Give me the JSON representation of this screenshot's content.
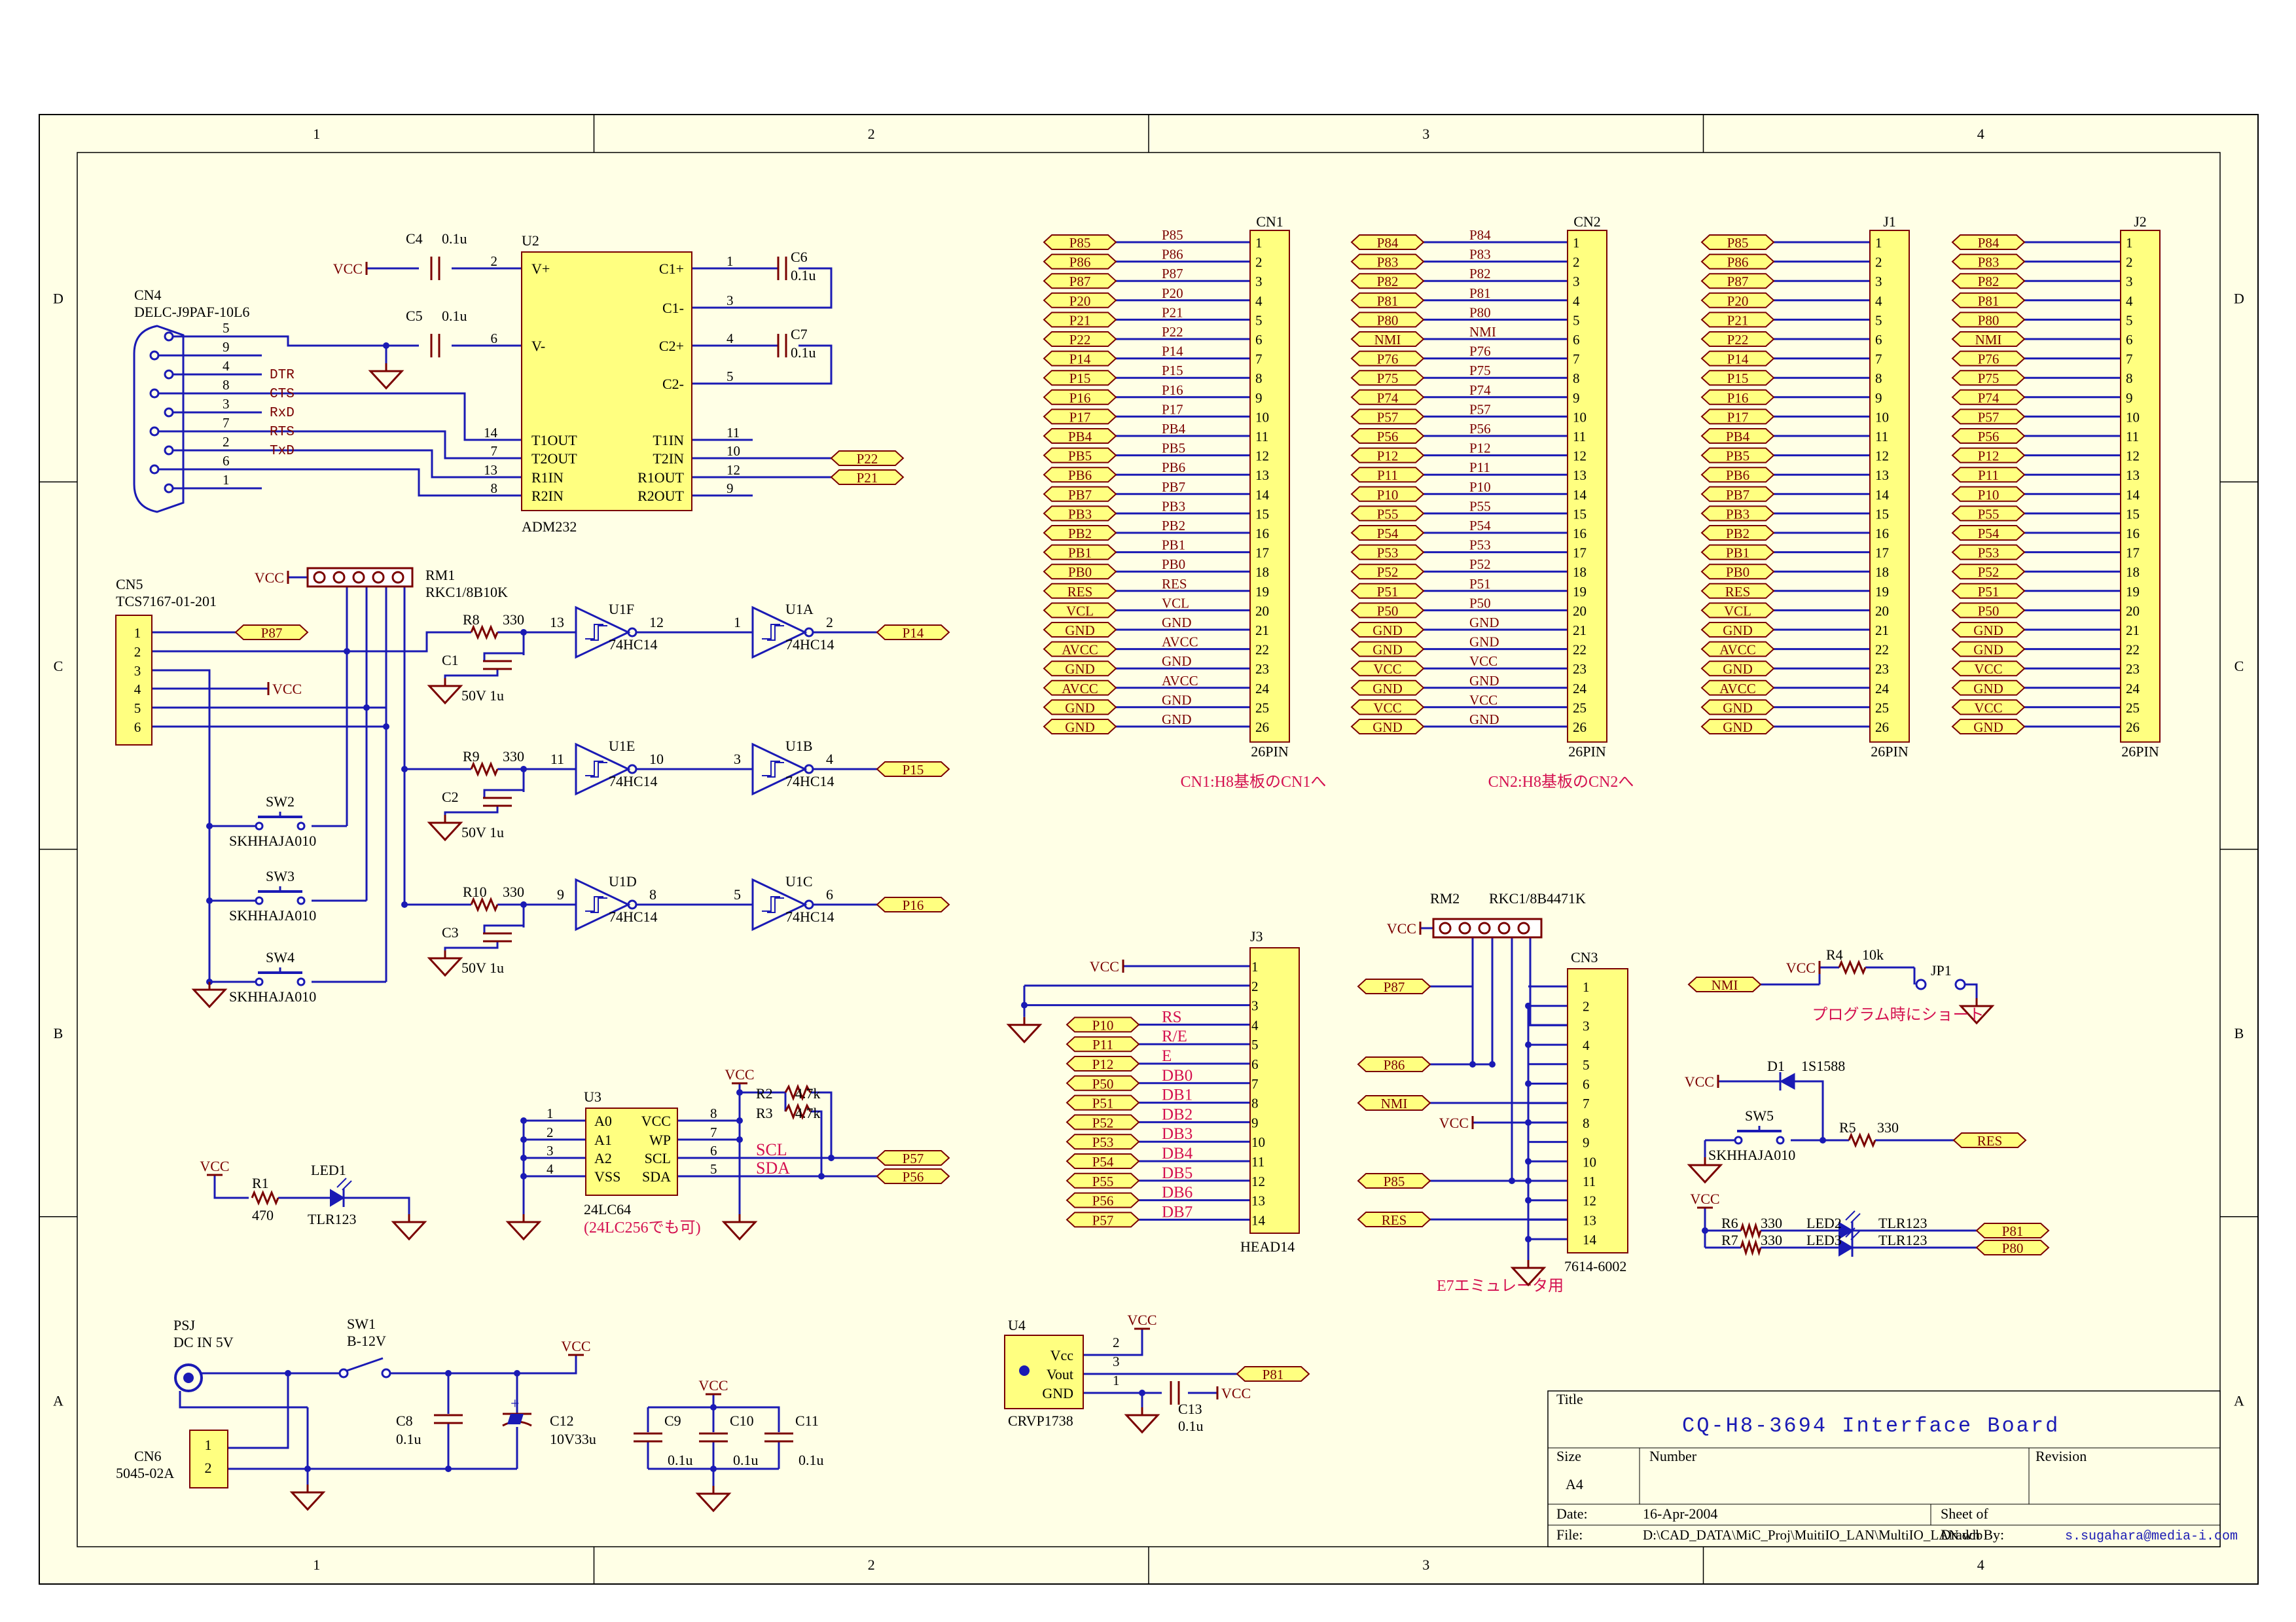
{
  "frame": {
    "cols": [
      "1",
      "2",
      "3",
      "4"
    ],
    "rows": [
      "D",
      "C",
      "B",
      "A"
    ]
  },
  "colors": {
    "wire": "#1a1ab4",
    "part": "#7a0000",
    "port_fill": "#ffff80",
    "red": "#d41050",
    "paper": "#ffffe6"
  },
  "title_block": {
    "title_label": "Title",
    "title": "CQ-H8-3694 Interface Board",
    "size_label": "Size",
    "size": "A4",
    "number_label": "Number",
    "revision_label": "Revision",
    "date_label": "Date:",
    "date": "16-Apr-2004",
    "sheet_label": "Sheet   of",
    "file_label": "File:",
    "file": "D:\\CAD_DATA\\MiC_Proj\\MuitiIO_LAN\\MultiIO_LAN.ddb",
    "drawn": "Drawn By:",
    "email": "s.sugahara@media-i.com"
  },
  "connectors": {
    "cn1": {
      "ref": "CN1",
      "type": "26PIN",
      "note": "CN1:H8基板のCN1へ",
      "ports": [
        "P85",
        "P86",
        "P87",
        "P20",
        "P21",
        "P22",
        "P14",
        "P15",
        "P16",
        "P17",
        "PB4",
        "PB5",
        "PB6",
        "PB7",
        "PB3",
        "PB2",
        "PB1",
        "PB0",
        "RES",
        "VCL",
        "GND",
        "AVCC",
        "GND",
        "AVCC",
        "GND",
        "GND"
      ],
      "nets": [
        "P85",
        "P86",
        "P87",
        "P20",
        "P21",
        "P22",
        "P14",
        "P15",
        "P16",
        "P17",
        "PB4",
        "PB5",
        "PB6",
        "PB7",
        "PB3",
        "PB2",
        "PB1",
        "PB0",
        "RES",
        "VCL",
        "GND",
        "AVCC",
        "GND",
        "AVCC",
        "GND",
        "GND"
      ]
    },
    "cn2": {
      "ref": "CN2",
      "type": "26PIN",
      "note": "CN2:H8基板のCN2へ",
      "ports": [
        "P84",
        "P83",
        "P82",
        "P81",
        "P80",
        "NMI",
        "P76",
        "P75",
        "P74",
        "P57",
        "P56",
        "P12",
        "P11",
        "P10",
        "P55",
        "P54",
        "P53",
        "P52",
        "P51",
        "P50",
        "GND",
        "GND",
        "VCC",
        "GND",
        "VCC",
        "GND"
      ],
      "nets": [
        "P84",
        "P83",
        "P82",
        "P81",
        "P80",
        "NMI",
        "P76",
        "P75",
        "P74",
        "P57",
        "P56",
        "P12",
        "P11",
        "P10",
        "P55",
        "P54",
        "P53",
        "P52",
        "P51",
        "P50",
        "GND",
        "GND",
        "VCC",
        "GND",
        "VCC",
        "GND"
      ]
    },
    "j1": {
      "ref": "J1",
      "type": "26PIN",
      "ports": [
        "P85",
        "P86",
        "P87",
        "P20",
        "P21",
        "P22",
        "P14",
        "P15",
        "P16",
        "P17",
        "PB4",
        "PB5",
        "PB6",
        "PB7",
        "PB3",
        "PB2",
        "PB1",
        "PB0",
        "RES",
        "VCL",
        "GND",
        "AVCC",
        "GND",
        "AVCC",
        "GND",
        "GND"
      ]
    },
    "j2": {
      "ref": "J2",
      "type": "26PIN",
      "ports": [
        "P84",
        "P83",
        "P82",
        "P81",
        "P80",
        "NMI",
        "P76",
        "P75",
        "P74",
        "P57",
        "P56",
        "P12",
        "P11",
        "P10",
        "P55",
        "P54",
        "P53",
        "P52",
        "P51",
        "P50",
        "GND",
        "GND",
        "VCC",
        "GND",
        "VCC",
        "GND"
      ]
    },
    "j3": {
      "ref": "J3",
      "type": "HEAD14",
      "ports": [
        "P10",
        "P11",
        "P12",
        "P50",
        "P51",
        "P52",
        "P53",
        "P54",
        "P55",
        "P56",
        "P57"
      ],
      "nets": [
        "RS",
        "R/E",
        "E",
        "DB0",
        "DB1",
        "DB2",
        "DB3",
        "DB4",
        "DB5",
        "DB6",
        "DB7"
      ]
    },
    "cn3": {
      "ref": "CN3",
      "type": "7614-6002",
      "note": "E7エミュレータ用"
    },
    "cn4": {
      "ref": "CN4",
      "type": "DELC-J9PAF-10L6",
      "pins": [
        "5",
        "9",
        "4",
        "8",
        "3",
        "7",
        "2",
        "6",
        "1"
      ],
      "nets": [
        "DTR",
        "CTS",
        "RxD",
        "RTS",
        "TxD"
      ]
    },
    "cn5": {
      "ref": "CN5",
      "type": "TCS7167-01-201",
      "pins": [
        "1",
        "2",
        "3",
        "4",
        "5",
        "6"
      ]
    },
    "cn6": {
      "ref": "CN6",
      "type": "5045-02A",
      "pins": [
        "1",
        "2"
      ]
    }
  },
  "pin_numbers": [
    "1",
    "2",
    "3",
    "4",
    "5",
    "6",
    "7",
    "8",
    "9",
    "10",
    "11",
    "12",
    "13",
    "14",
    "15",
    "16",
    "17",
    "18",
    "19",
    "20",
    "21",
    "22",
    "23",
    "24",
    "25",
    "26"
  ],
  "u2": {
    "ref": "U2",
    "type": "ADM232",
    "left_pins": [
      "V+",
      "V-",
      "T1OUT",
      "T2OUT",
      "R1IN",
      "R2IN"
    ],
    "right_pins": [
      "C1+",
      "C1-",
      "C2+",
      "C2-",
      "T1IN",
      "T2IN",
      "R1OUT",
      "R2OUT"
    ],
    "left_nums": [
      "2",
      "6",
      "14",
      "7",
      "13",
      "8"
    ],
    "right_nums": [
      "1",
      "3",
      "4",
      "5",
      "11",
      "10",
      "12",
      "9"
    ]
  },
  "u3": {
    "ref": "U3",
    "type": "24LC64",
    "alt": "(24LC256でも可)",
    "left_pins": [
      "A0",
      "A1",
      "A2",
      "VSS"
    ],
    "right_pins": [
      "VCC",
      "WP",
      "SCL",
      "SDA"
    ],
    "left_nums": [
      "1",
      "2",
      "3",
      "4"
    ],
    "right_nums": [
      "8",
      "7",
      "6",
      "5"
    ]
  },
  "u4": {
    "ref": "U4",
    "type": "CRVP1738",
    "pins": [
      "Vcc",
      "Vout",
      "GND"
    ],
    "nums": [
      "2",
      "3",
      "1"
    ]
  },
  "inverters": [
    {
      "ref": "U1F",
      "type": "74HC14",
      "in": "13",
      "out": "12"
    },
    {
      "ref": "U1A",
      "type": "74HC14",
      "in": "1",
      "out": "2"
    },
    {
      "ref": "U1E",
      "type": "74HC14",
      "in": "11",
      "out": "10"
    },
    {
      "ref": "U1B",
      "type": "74HC14",
      "in": "3",
      "out": "4"
    },
    {
      "ref": "U1D",
      "type": "74HC14",
      "in": "9",
      "out": "8"
    },
    {
      "ref": "U1C",
      "type": "74HC14",
      "in": "5",
      "out": "6"
    }
  ],
  "caps": [
    {
      "ref": "C4",
      "val": "0.1u"
    },
    {
      "ref": "C5",
      "val": "0.1u"
    },
    {
      "ref": "C6",
      "val": "0.1u"
    },
    {
      "ref": "C7",
      "val": "0.1u"
    },
    {
      "ref": "C1",
      "val": "50V 1u"
    },
    {
      "ref": "C2",
      "val": "50V 1u"
    },
    {
      "ref": "C3",
      "val": "50V 1u"
    },
    {
      "ref": "C8",
      "val": "0.1u"
    },
    {
      "ref": "C12",
      "val": "10V33u"
    },
    {
      "ref": "C9",
      "val": "0.1u"
    },
    {
      "ref": "C10",
      "val": "0.1u"
    },
    {
      "ref": "C11",
      "val": "0.1u"
    },
    {
      "ref": "C13",
      "val": "0.1u"
    }
  ],
  "resistors": [
    {
      "ref": "R8",
      "val": "330"
    },
    {
      "ref": "R9",
      "val": "330"
    },
    {
      "ref": "R10",
      "val": "330"
    },
    {
      "ref": "R1",
      "val": "470"
    },
    {
      "ref": "R2",
      "val": "4.7k"
    },
    {
      "ref": "R3",
      "val": "4.7k"
    },
    {
      "ref": "R4",
      "val": "10k"
    },
    {
      "ref": "R5",
      "val": "330"
    },
    {
      "ref": "R6",
      "val": "330"
    },
    {
      "ref": "R7",
      "val": "330"
    }
  ],
  "networks": [
    {
      "ref": "RM1",
      "type": "RKC1/8B10K"
    },
    {
      "ref": "RM2",
      "type": "RKC1/8B4471K"
    }
  ],
  "switches": [
    {
      "ref": "SW2",
      "type": "SKHHAJA010"
    },
    {
      "ref": "SW3",
      "type": "SKHHAJA010"
    },
    {
      "ref": "SW4",
      "type": "SKHHAJA010"
    },
    {
      "ref": "SW5",
      "type": "SKHHAJA010"
    },
    {
      "ref": "SW1",
      "type": "B-12V"
    }
  ],
  "leds": [
    {
      "ref": "LED1",
      "type": "TLR123"
    },
    {
      "ref": "LED2",
      "type": "TLR123"
    },
    {
      "ref": "LED3",
      "type": "TLR123"
    }
  ],
  "misc": {
    "vcc": "VCC",
    "d1_ref": "D1",
    "d1_type": "1S1588",
    "jp1": "JP1",
    "jp1_note": "プログラム時にショート",
    "psj": "PSJ",
    "psj_type": "DC IN 5V",
    "scl": "SCL",
    "sda": "SDA"
  },
  "ports": {
    "p22": "P22",
    "p21": "P21",
    "p87": "P87",
    "p14": "P14",
    "p15": "P15",
    "p16": "P16",
    "p57": "P57",
    "p56": "P56",
    "p81": "P81",
    "p80": "P80",
    "nmi": "NMI",
    "res": "RES",
    "p86": "P86",
    "p85": "P85"
  }
}
